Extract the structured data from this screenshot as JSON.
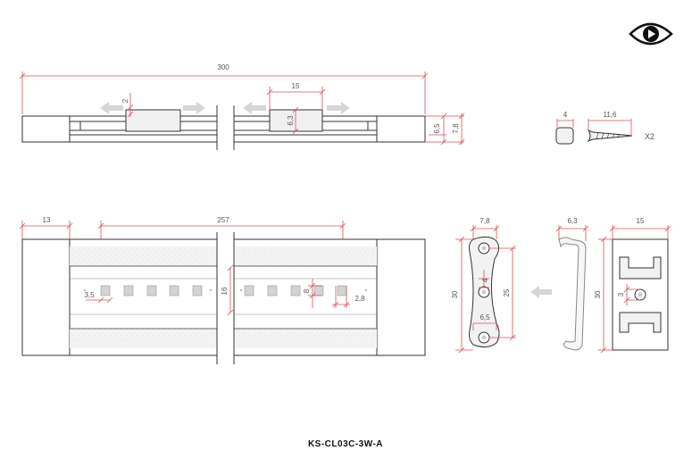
{
  "colors": {
    "dimension": "#d9505e",
    "outline": "#333333",
    "led": "#d3d3d3",
    "arrow": "#d6d6d6",
    "fill": "#f2f2f2"
  },
  "icon": "eye-play-icon",
  "top_view": {
    "total_length": "300",
    "clip_offset": "2",
    "clip_width": "15",
    "clip_height": "6,3",
    "height_inner": "6,5",
    "height_outer": "7,8"
  },
  "screw": {
    "head": "4",
    "length": "11,6",
    "qty": "X2"
  },
  "front_view": {
    "end_margin": "13",
    "led_span": "257",
    "led_spacing": "3,5",
    "strip_width": "16",
    "led_size": "8",
    "led_gap": "2,8"
  },
  "clip_front": {
    "width": "7,8",
    "height": "30",
    "hole_spacing": "25",
    "hole_diameter": "4",
    "hole_offset": "6,5"
  },
  "clip_side": {
    "depth": "6,3"
  },
  "clip_back": {
    "width": "15",
    "height": "30",
    "slot": "3"
  },
  "product_code": "KS-CL03C-3W-A"
}
